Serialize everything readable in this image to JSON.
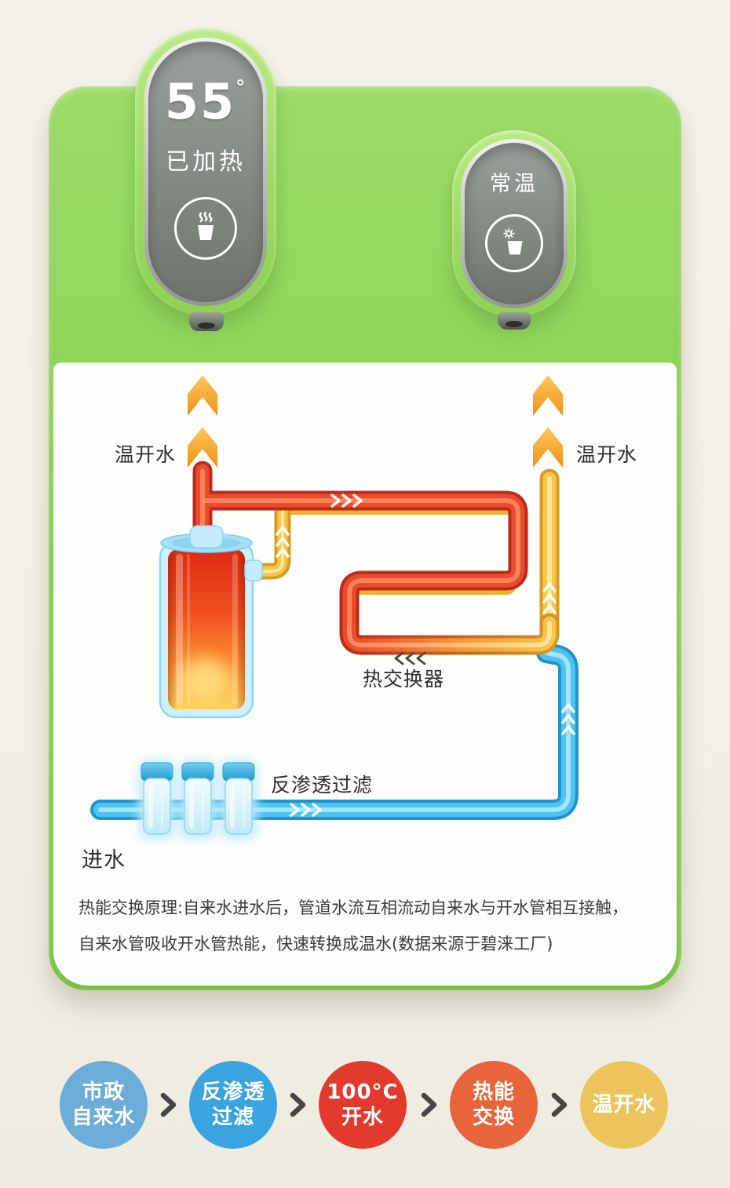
{
  "device": {
    "left_display": {
      "temperature": "55",
      "degree_symbol": "°",
      "status": "已加热"
    },
    "right_display": {
      "label": "常温"
    }
  },
  "diagram": {
    "outlet_left_label": "温开水",
    "outlet_right_label": "温开水",
    "heat_exchanger_label": "热交换器",
    "ro_filter_label": "反渗透过滤",
    "inlet_label": "进水",
    "description_line1": "热能交换原理:自来水进水后，管道水流互相流动自来水与开水管相互接触，",
    "description_line2": "自来水管吸收开水管热能，快速转换成温水(数据来源于碧涞工厂)",
    "colors": {
      "hot_pipe": "#e94b2e",
      "warm_pipe": "#f5c54e",
      "cold_pipe": "#4cc3f0",
      "outlet_arrow": "#f6a41e",
      "device_green": "#8ed254"
    }
  },
  "flow_steps": [
    {
      "line1": "市政",
      "line2": "自来水",
      "color": "#6badd7"
    },
    {
      "line1": "反渗透",
      "line2": "过滤",
      "color": "#3aa4e0"
    },
    {
      "line1": "100°C",
      "line2": "开水",
      "color": "#e23b2d"
    },
    {
      "line1": "热能",
      "line2": "交换",
      "color": "#e8643a"
    },
    {
      "line1": "温开水",
      "color": "#ecc45b"
    }
  ]
}
